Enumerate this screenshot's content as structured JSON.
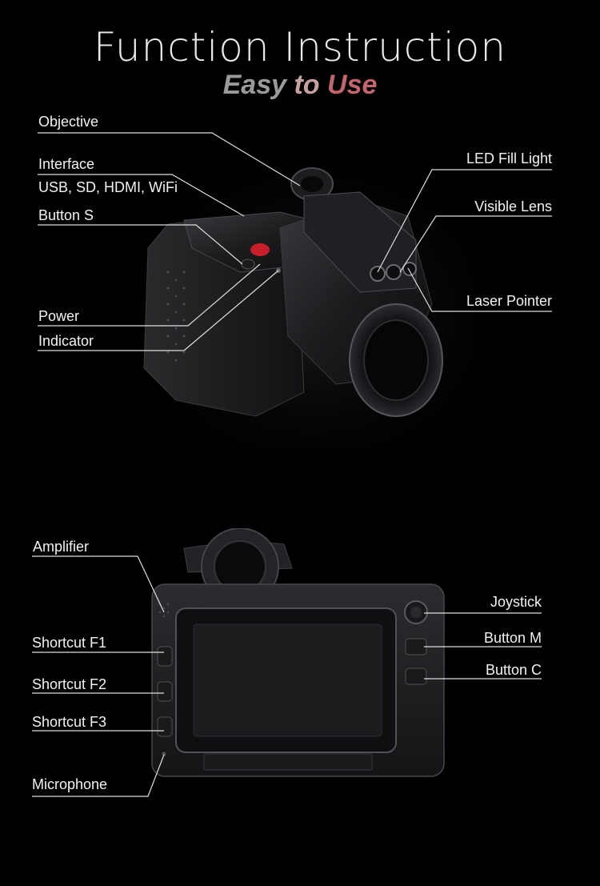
{
  "header": {
    "title": "Function Instruction",
    "subtitle_parts": [
      "Easy",
      "to",
      "Use"
    ]
  },
  "front_view": {
    "labels": {
      "objective": "Objective",
      "interface": "Interface",
      "interface_detail": "USB, SD, HDMI, WiFi",
      "button_s": "Button S",
      "power": "Power",
      "indicator": "Indicator",
      "led_fill_light": "LED Fill Light",
      "visible_lens": "Visible Lens",
      "laser_pointer": "Laser Pointer"
    }
  },
  "back_view": {
    "labels": {
      "amplifier": "Amplifier",
      "shortcut_f1": "Shortcut F1",
      "shortcut_f2": "Shortcut F2",
      "shortcut_f3": "Shortcut F3",
      "microphone": "Microphone",
      "joystick": "Joystick",
      "button_m": "Button M",
      "button_c": "Button C"
    }
  },
  "colors": {
    "background": "#000000",
    "accent_red": "#c2656c",
    "device_body": "#1a1a1c",
    "leader_line": "#e0e0e0"
  }
}
